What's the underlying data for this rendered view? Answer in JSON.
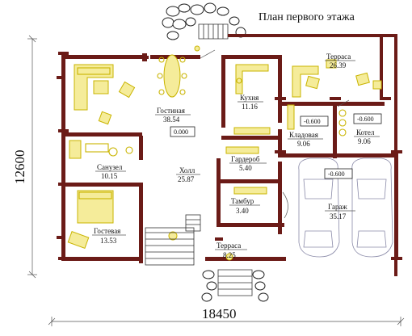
{
  "title": "План первого этажа",
  "dimensions": {
    "width": "18450",
    "depth": "12600"
  },
  "rooms": [
    {
      "id": "terrace-top",
      "name": "Терраса",
      "area": "26.39"
    },
    {
      "id": "kitchen",
      "name": "Кухня",
      "area": "11.16"
    },
    {
      "id": "living",
      "name": "Гостиная",
      "area": "38.54"
    },
    {
      "id": "storage",
      "name": "Кладовая",
      "area": "9.06"
    },
    {
      "id": "boiler",
      "name": "Котел",
      "area": "9.06"
    },
    {
      "id": "bathroom",
      "name": "Санузел",
      "area": "10.15"
    },
    {
      "id": "hall",
      "name": "Холл",
      "area": "25.87"
    },
    {
      "id": "wardrobe",
      "name": "Гардероб",
      "area": "5.40"
    },
    {
      "id": "vestibule",
      "name": "Тамбур",
      "area": "3.40"
    },
    {
      "id": "garage",
      "name": "Гараж",
      "area": "35.17"
    },
    {
      "id": "guest",
      "name": "Гостевая",
      "area": "13.53"
    },
    {
      "id": "terrace-bottom",
      "name": "Терраса",
      "area": "8.25"
    }
  ],
  "levels": {
    "hall": "0.000",
    "storage": "-0.600",
    "boiler": "-0.600",
    "garage": "-0.600"
  },
  "colors": {
    "wall": "#6b1b17",
    "furniture": "#c9b400",
    "car": "#8a8aa8"
  }
}
